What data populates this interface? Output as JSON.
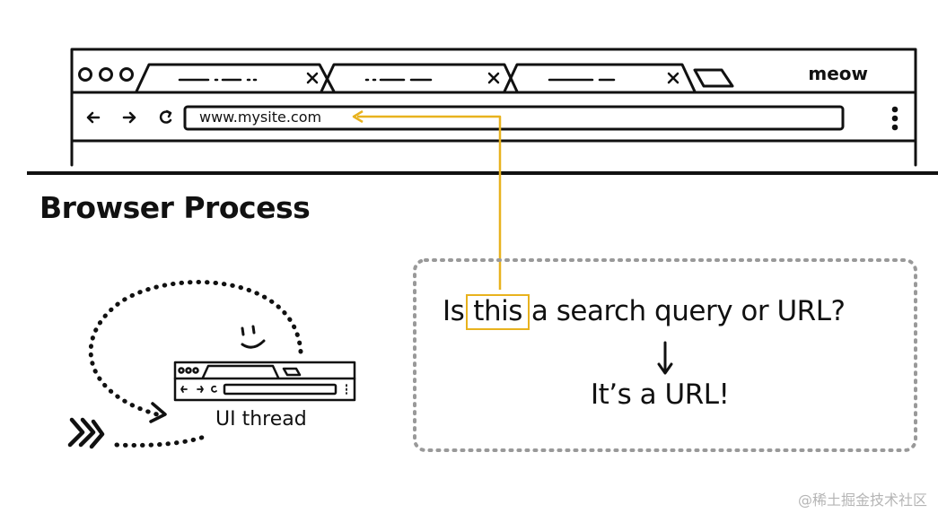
{
  "browser": {
    "brand": "meow",
    "url": "www.mysite.com",
    "tabs": [
      {
        "close": "×"
      },
      {
        "close": "×"
      },
      {
        "close": "×"
      }
    ]
  },
  "section_title": "Browser Process",
  "question": {
    "before": "Is",
    "highlight": "this",
    "after": "a search query or URL?"
  },
  "answer": "It’s a URL!",
  "ui_thread_label": "UI thread",
  "watermark": "@稀土掘金技术社区",
  "colors": {
    "highlight": "#e8b21e",
    "ink": "#111111",
    "dotted_box": "#999999",
    "watermark": "#b5b5b5"
  }
}
